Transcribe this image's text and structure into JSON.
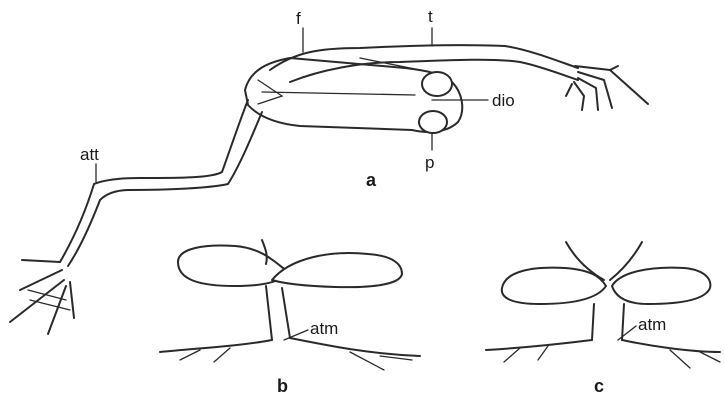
{
  "figure": {
    "panel_a": {
      "letter": "a",
      "labels": {
        "f": "f",
        "t": "t",
        "dio": "dio",
        "p": "p",
        "att": "att"
      }
    },
    "panel_b": {
      "letter": "b",
      "labels": {
        "atm": "atm"
      }
    },
    "panel_c": {
      "letter": "c",
      "labels": {
        "atm": "atm"
      }
    }
  }
}
